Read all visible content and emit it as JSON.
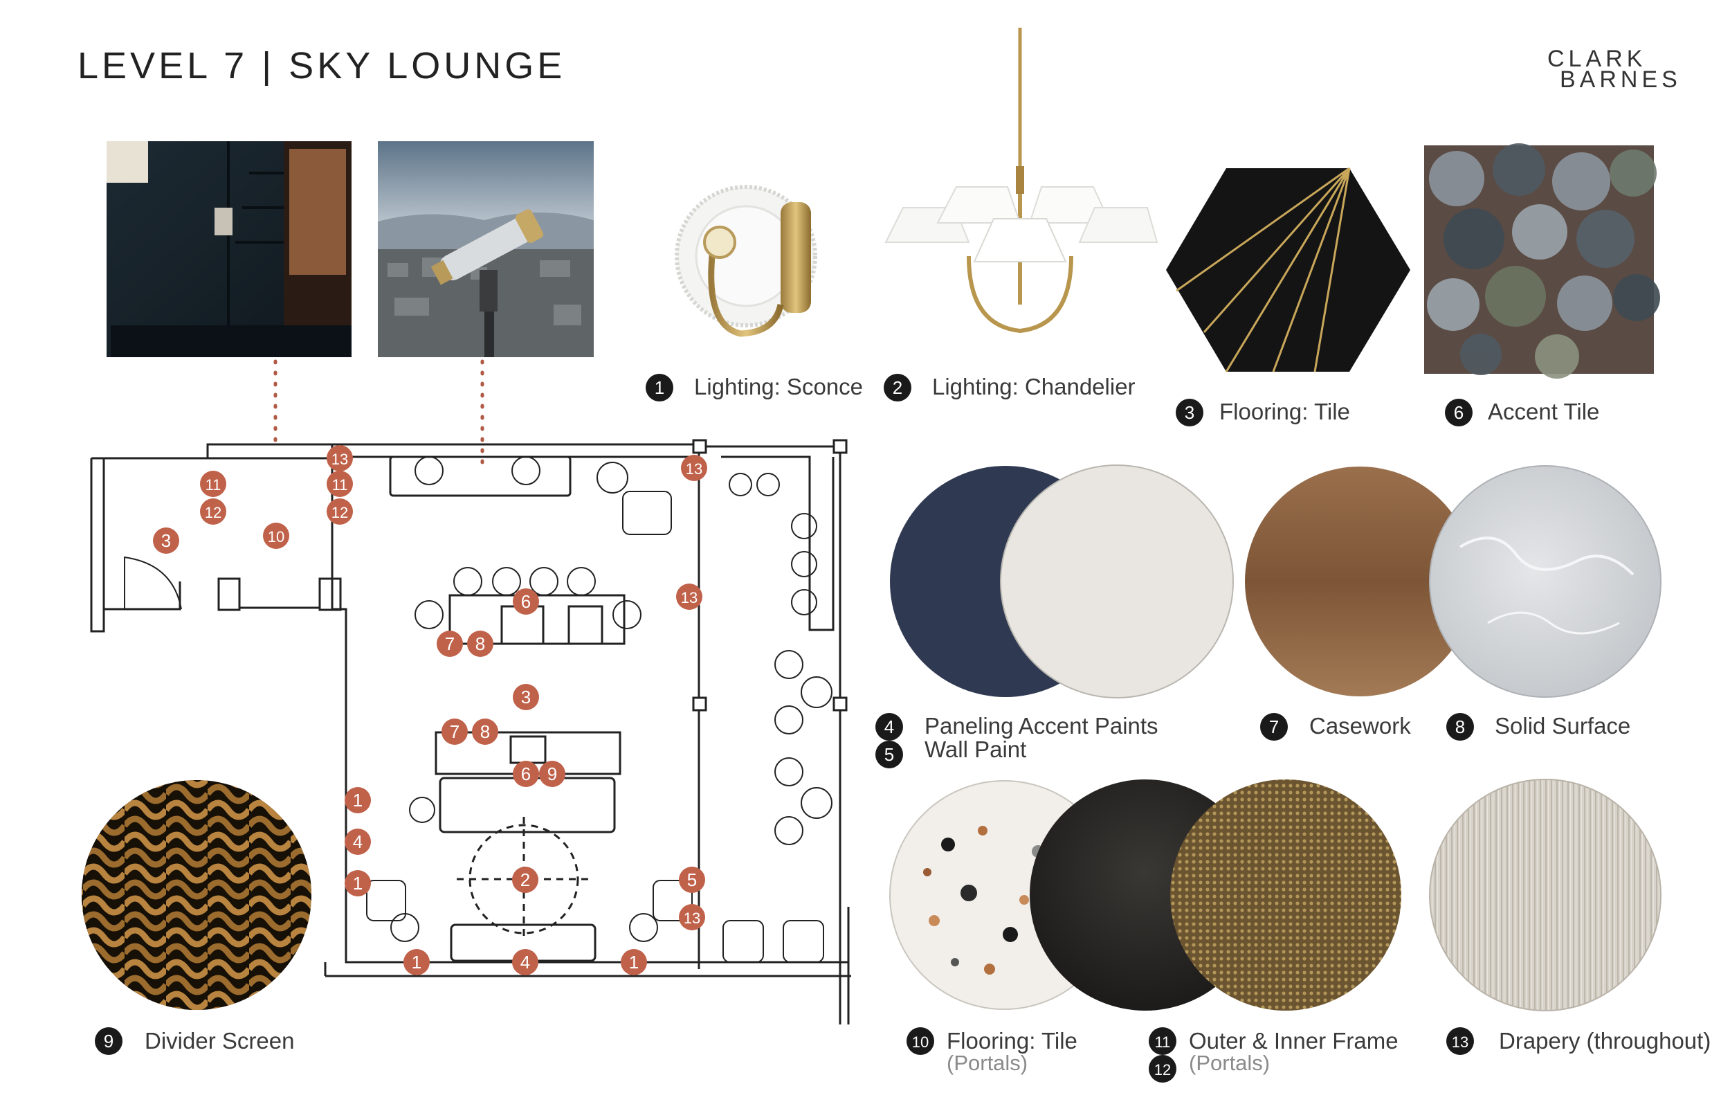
{
  "page": {
    "title": "LEVEL 7  |  SKY LOUNGE",
    "brand_line1": "CLARK",
    "brand_line2": "BARNES"
  },
  "colors": {
    "marker": "#c0614a",
    "badge": "#1a1a1a",
    "plan_line": "#222222",
    "leader": "#b05a45"
  },
  "legend": [
    {
      "num": "1",
      "label": "Lighting: Sconce"
    },
    {
      "num": "2",
      "label": "Lighting: Chandelier"
    },
    {
      "num": "3",
      "label": "Flooring: Tile"
    },
    {
      "num": "6",
      "label": "Accent Tile"
    },
    {
      "num": "4",
      "label": "Paneling Accent Paints"
    },
    {
      "num": "5",
      "label": "Wall Paint"
    },
    {
      "num": "7",
      "label": "Casework"
    },
    {
      "num": "8",
      "label": "Solid Surface"
    },
    {
      "num": "9",
      "label": "Divider Screen"
    },
    {
      "num": "10",
      "label": "Flooring: Tile",
      "sub": "(Portals)"
    },
    {
      "num": "11",
      "label": "Outer & Inner Frame",
      "sub": "(Portals)"
    },
    {
      "num": "12",
      "label": ""
    },
    {
      "num": "13",
      "label": "Drapery (throughout)"
    }
  ],
  "plan_markers": [
    "13",
    "11",
    "12",
    "11",
    "12",
    "3",
    "10",
    "13",
    "6",
    "13",
    "7",
    "8",
    "3",
    "7",
    "8",
    "6",
    "9",
    "1",
    "4",
    "1",
    "5",
    "2",
    "13",
    "1",
    "4",
    "1"
  ],
  "images": [
    {
      "icon": "bookshelf-photo"
    },
    {
      "icon": "telescope-photo"
    },
    {
      "icon": "sconce-icon"
    },
    {
      "icon": "chandelier-icon"
    },
    {
      "icon": "hexagon-tile-icon"
    },
    {
      "icon": "accent-tile-icon"
    },
    {
      "icon": "chain-mail-screen-icon"
    }
  ]
}
